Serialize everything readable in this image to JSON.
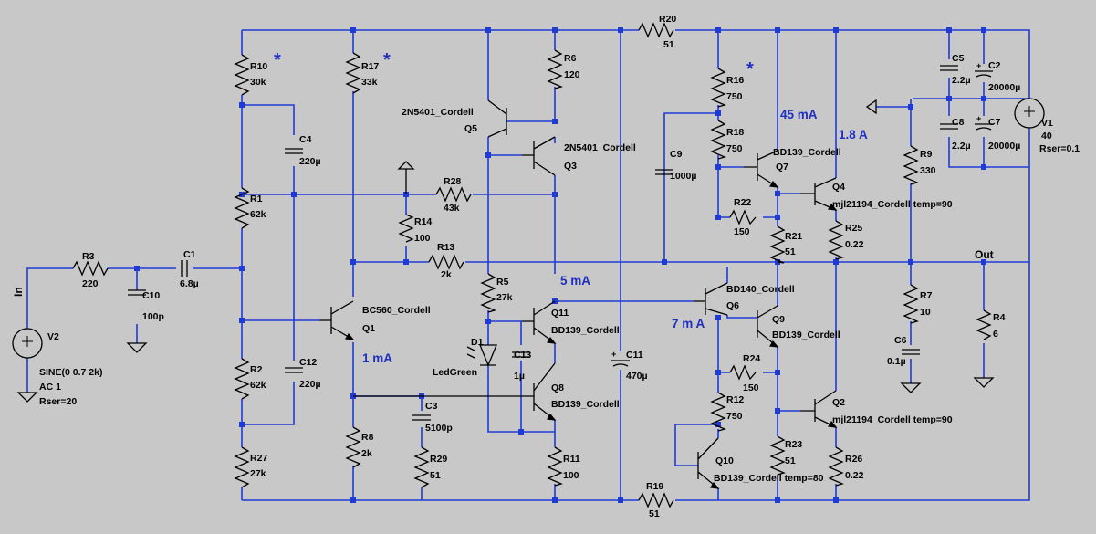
{
  "components": {
    "R1": {
      "name": "R1",
      "value": "62k"
    },
    "R2": {
      "name": "R2",
      "value": "62k"
    },
    "R3": {
      "name": "R3",
      "value": "220"
    },
    "R4": {
      "name": "R4",
      "value": "6"
    },
    "R5": {
      "name": "R5",
      "value": "27k"
    },
    "R6": {
      "name": "R6",
      "value": "120"
    },
    "R7": {
      "name": "R7",
      "value": "10"
    },
    "R8": {
      "name": "R8",
      "value": "2k"
    },
    "R9": {
      "name": "R9",
      "value": "330"
    },
    "R10": {
      "name": "R10",
      "value": "30k"
    },
    "R11": {
      "name": "R11",
      "value": "100"
    },
    "R12": {
      "name": "R12",
      "value": "750"
    },
    "R13": {
      "name": "R13",
      "value": "2k"
    },
    "R14": {
      "name": "R14",
      "value": "100"
    },
    "R16": {
      "name": "R16",
      "value": "750"
    },
    "R17": {
      "name": "R17",
      "value": "33k"
    },
    "R18": {
      "name": "R18",
      "value": "750"
    },
    "R19": {
      "name": "R19",
      "value": "51"
    },
    "R20": {
      "name": "R20",
      "value": "51"
    },
    "R21": {
      "name": "R21",
      "value": "51"
    },
    "R22": {
      "name": "R22",
      "value": "150"
    },
    "R23": {
      "name": "R23",
      "value": "51"
    },
    "R24": {
      "name": "R24",
      "value": "150"
    },
    "R25": {
      "name": "R25",
      "value": "0.22"
    },
    "R26": {
      "name": "R26",
      "value": "0.22"
    },
    "R27": {
      "name": "R27",
      "value": "27k"
    },
    "R28": {
      "name": "R28",
      "value": "43k"
    },
    "R29": {
      "name": "R29",
      "value": "51"
    },
    "C1": {
      "name": "C1",
      "value": "6.8µ"
    },
    "C2": {
      "name": "C2",
      "value": "20000µ"
    },
    "C3": {
      "name": "C3",
      "value": "5100p"
    },
    "C4": {
      "name": "C4",
      "value": "220µ"
    },
    "C5": {
      "name": "C5",
      "value": "2.2µ"
    },
    "C6": {
      "name": "C6",
      "value": "0.1µ"
    },
    "C7": {
      "name": "C7",
      "value": "20000µ"
    },
    "C8": {
      "name": "C8",
      "value": "2.2µ"
    },
    "C9": {
      "name": "C9",
      "value": "1000µ"
    },
    "C10": {
      "name": "C10",
      "value": "100p"
    },
    "C11": {
      "name": "C11",
      "value": "470µ"
    },
    "C12": {
      "name": "C12",
      "value": "220µ"
    },
    "C13": {
      "name": "C13",
      "value": "1µ"
    },
    "Q1": {
      "name": "Q1",
      "model": "BC560_Cordell"
    },
    "Q2": {
      "name": "Q2",
      "model": "mjl21194_Cordell temp=90"
    },
    "Q3": {
      "name": "Q3",
      "model": "2N5401_Cordell"
    },
    "Q4": {
      "name": "Q4",
      "model": "mjl21194_Cordell temp=90"
    },
    "Q5": {
      "name": "Q5",
      "model": "2N5401_Cordell"
    },
    "Q6": {
      "name": "Q6",
      "model": "BD140_Cordell"
    },
    "Q7": {
      "name": "Q7",
      "model": "BD139_Cordell"
    },
    "Q8": {
      "name": "Q8",
      "model": "BD139_Cordell"
    },
    "Q9": {
      "name": "Q9",
      "model": "BD139_Cordell"
    },
    "Q10": {
      "name": "Q10",
      "model": "BD139_Cordell temp=80"
    },
    "Q11": {
      "name": "Q11",
      "model": "BD139_Cordell"
    },
    "D1": {
      "name": "D1",
      "model": "LedGreen"
    },
    "V1": {
      "name": "V1",
      "value": "40",
      "rser": "Rser=0.1"
    },
    "V2": {
      "name": "V2",
      "value": "SINE(0 0.7 2k)",
      "ac": "AC 1",
      "rser": "Rser=20"
    }
  },
  "ports": {
    "input": "In",
    "output": "Out"
  },
  "annotations": {
    "i_q7": "45 mA",
    "i_q4": "1.8 A",
    "i_q11": "5 mA",
    "i_q6": "7 m A",
    "i_q1": "1 mA",
    "marker": "*"
  }
}
